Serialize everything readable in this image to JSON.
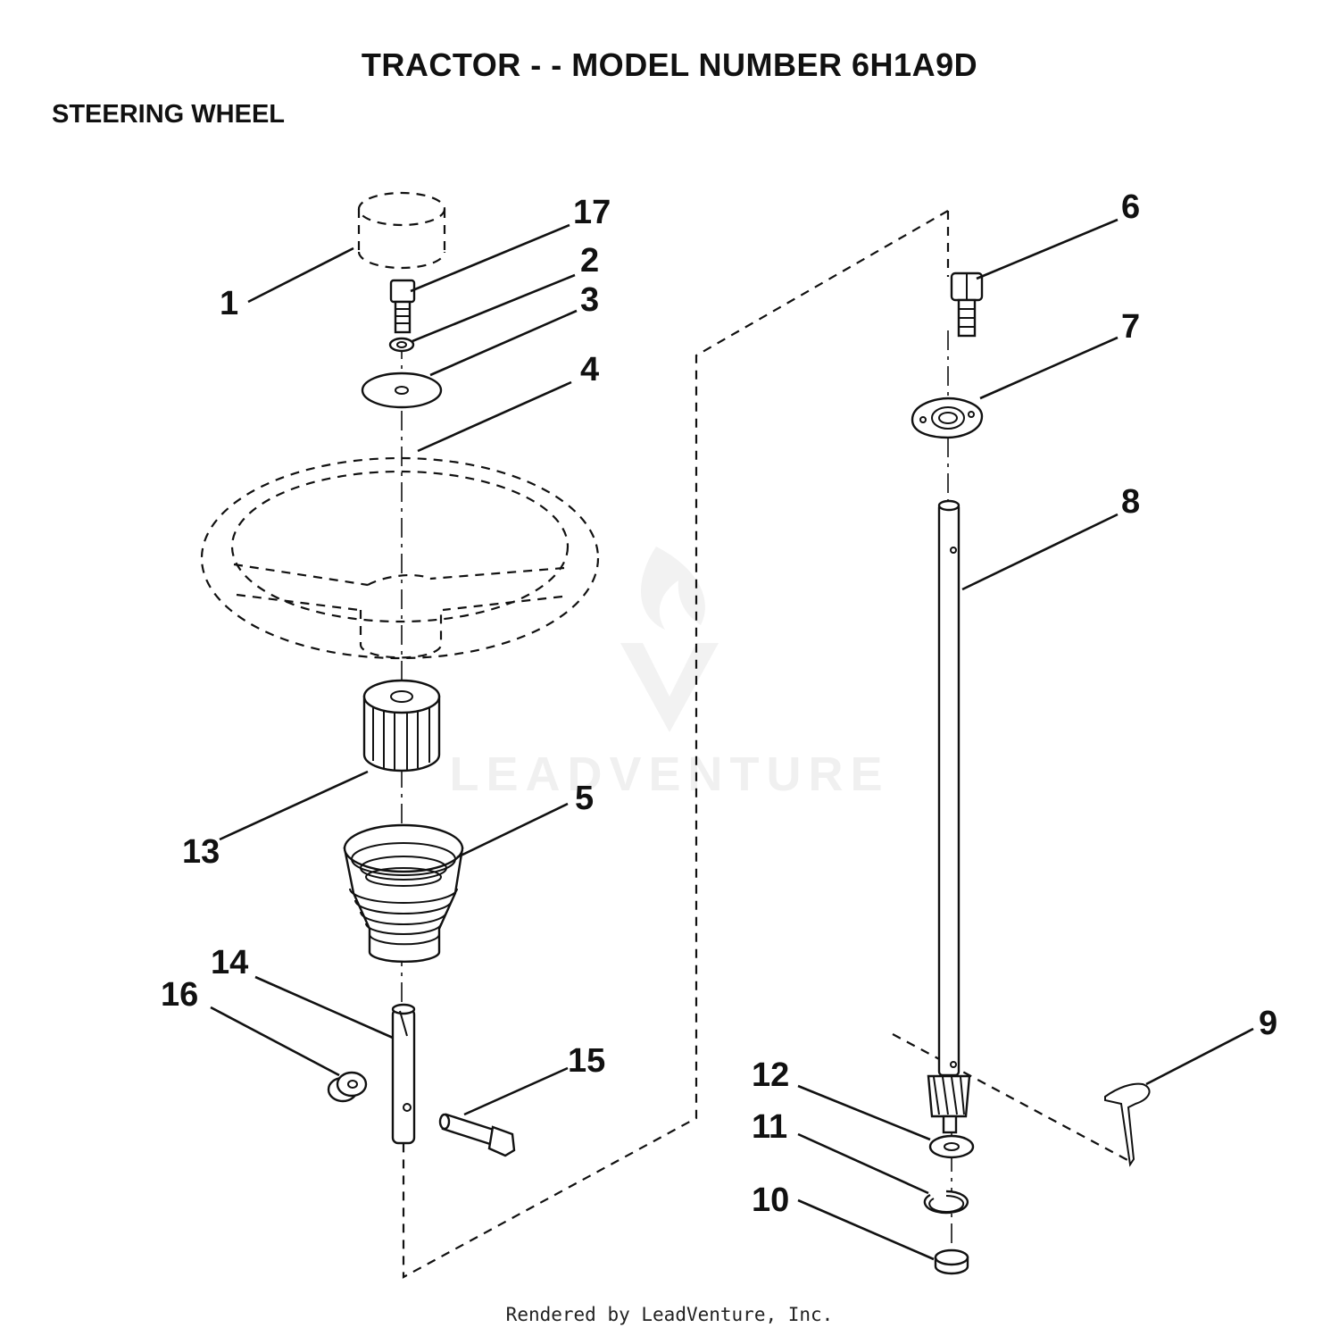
{
  "header": {
    "title": "TRACTOR - - MODEL NUMBER 6H1A9D",
    "section": "STEERING WHEEL"
  },
  "callouts": [
    "1",
    "2",
    "3",
    "4",
    "5",
    "6",
    "7",
    "8",
    "9",
    "10",
    "11",
    "12",
    "13",
    "14",
    "15",
    "16",
    "17"
  ],
  "watermark": {
    "text": "LEADVENTURE"
  },
  "footer": {
    "credit": "Rendered by LeadVenture, Inc."
  }
}
